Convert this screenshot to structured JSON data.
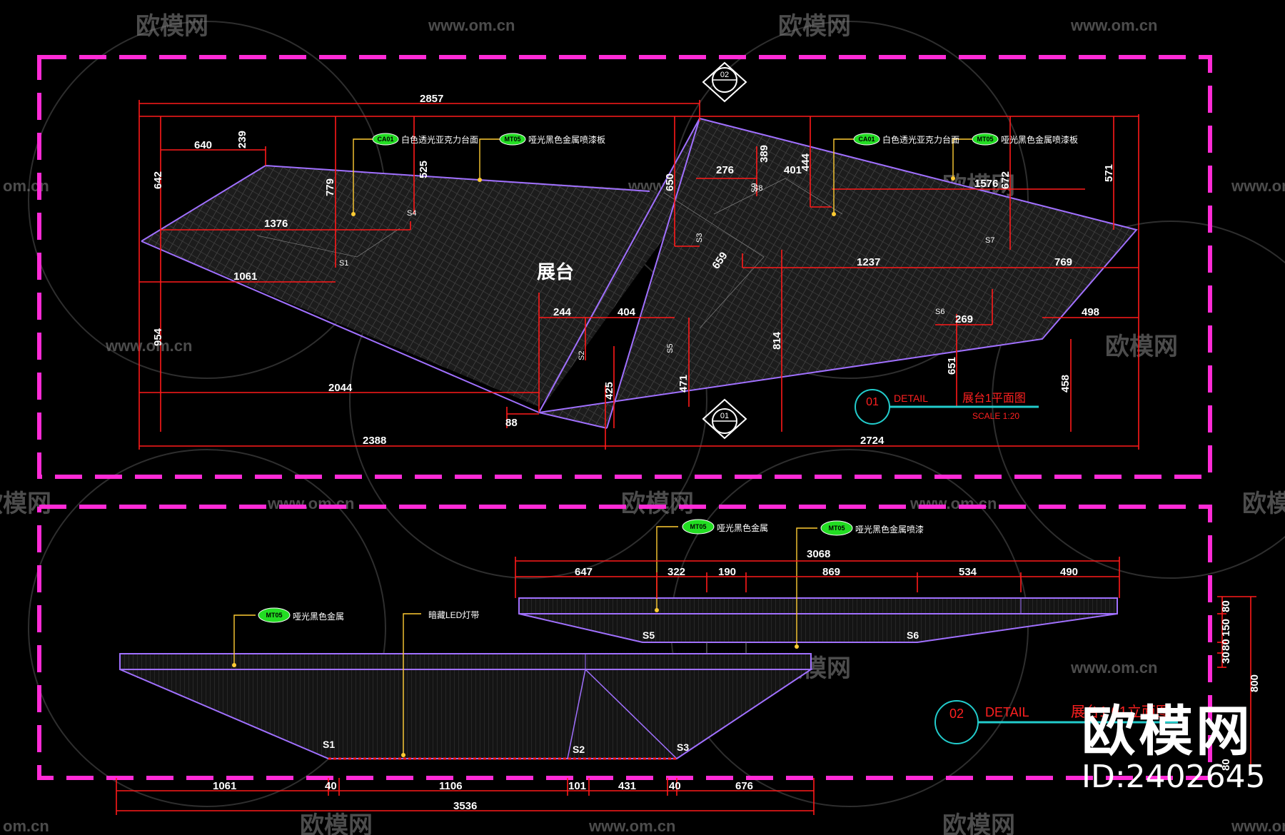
{
  "watermark": {
    "brand": "欧模网",
    "url": "www.om.cn",
    "url_partial": "om.cn"
  },
  "plan": {
    "label": "展台",
    "dims": {
      "d2857": "2857",
      "d640": "640",
      "d239": "239",
      "d642": "642",
      "d1376": "1376",
      "d1061": "1061",
      "d954": "954",
      "d2044": "2044",
      "d2388": "2388",
      "d2724": "2724",
      "d779": "779",
      "d525": "525",
      "d650": "650",
      "d276": "276",
      "d389": "389",
      "d401": "401",
      "d444": "444",
      "d1576": "1576",
      "d672": "672",
      "d571": "571",
      "d1237": "1237",
      "d769": "769",
      "d244": "244",
      "d404": "404",
      "d814": "814",
      "d471": "471",
      "d425": "425",
      "d269": "269",
      "d498": "498",
      "d651": "651",
      "d458": "458",
      "d88": "88",
      "d659": "659"
    },
    "marks": {
      "s1": "S1",
      "s2": "S2",
      "s3": "S3",
      "s4": "S4",
      "s5": "S5",
      "s6": "S6",
      "s7": "S7",
      "s8": "S8",
      "s9": "S9"
    },
    "tags": {
      "t1": {
        "code": "CA01",
        "text": "白色透光亚克力台面"
      },
      "t2": {
        "code": "MT05",
        "text": "哑光黑色金属喷漆板"
      },
      "t3": {
        "code": "CA01",
        "text": "白色透光亚克力台面"
      },
      "t4": {
        "code": "MT05",
        "text": "哑光黑色金属喷漆板"
      }
    },
    "section_marks": {
      "top_num": "02",
      "bottom_num": "01"
    },
    "title": {
      "num": "01",
      "detail": "DETAIL",
      "name": "展台1平面图",
      "scale": "SCALE 1:20"
    }
  },
  "elevation": {
    "top_dims": {
      "total": "3068",
      "a": "647",
      "b": "322",
      "c": "190",
      "d": "869",
      "e": "534",
      "f": "490"
    },
    "bottom_dims": {
      "total": "3536",
      "a": "1061",
      "b": "40",
      "c": "1106",
      "d": "101",
      "e": "431",
      "f": "40",
      "g": "676"
    },
    "right_dims": {
      "a": "80",
      "b": "150",
      "c": "80",
      "d": "30",
      "e": "80",
      "total": "800"
    },
    "marks": {
      "s1": "S1",
      "s2": "S2",
      "s3": "S3",
      "s5": "S5",
      "s6": "S6"
    },
    "tags": {
      "t1": {
        "code": "MT05",
        "text": "哑光黑色金属"
      },
      "t2": {
        "code": "MT05",
        "text": "哑光黑色金属喷漆"
      },
      "t3": {
        "code": "MT05",
        "text": "哑光黑色金属"
      },
      "t4": {
        "code": "",
        "text": "暗藏LED灯带"
      }
    },
    "title": {
      "num": "02",
      "detail": "DETAIL",
      "name": "展台1 01立面图"
    }
  },
  "branding": {
    "name": "欧模网",
    "id": "ID:2402645"
  },
  "colors": {
    "frame": "#ff2bd6",
    "dim": "#ff1a1a",
    "outline": "#a070ff",
    "leader": "#ffcc33",
    "tag": "#22dd22",
    "title": "#ff2020",
    "circle": "#22cccc"
  }
}
